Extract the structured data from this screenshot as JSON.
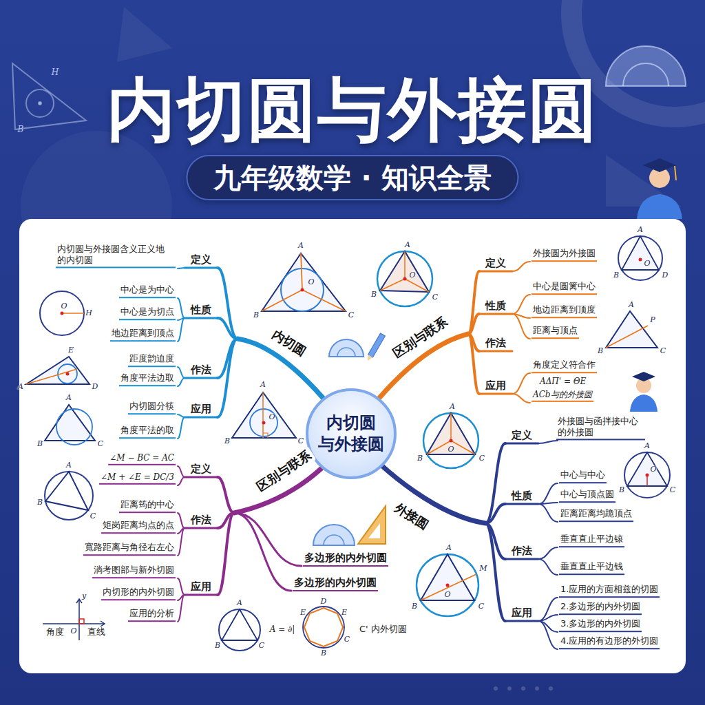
{
  "diagram": {
    "title": "内切圆与外接圆",
    "nodes": [
      {
        "text": [
          "九年级数学 · 知识全景"
        ]
      },
      {
        "text": [
          "内切圆 与外接圆"
        ]
      }
    ],
    "labels": [
      "H",
      "B",
      "内切圆",
      "定义",
      "内切圆与外接圆含义正义地 的内切圆",
      "性质",
      "中心是为中心",
      "中心是为切点",
      "地边距离到顶点",
      "作法",
      "距度韵迫度",
      "角度平法边取",
      "应用",
      "内切圆分筷",
      "角度平法的取",
      "O",
      "H",
      "E",
      "A",
      "D",
      "A",
      "B",
      "C",
      "A",
      "O",
      "B",
      "C",
      "A",
      "O",
      "B",
      "C",
      "A",
      "O",
      "B",
      "C",
      "区别与联系",
      "定义",
      "外接圆为外接圆",
      "性质",
      "中心是圆篱中心",
      "地边距离到顶度",
      "距离与顶点",
      "作法",
      "应用",
      "角度定义符合作",
      "AΔΠ' = ΘE",
      "ACb与的外接圆",
      "A",
      "O",
      "B",
      "D",
      "A",
      "P",
      "B",
      "C",
      "区别与联系",
      "定义",
      "∠M − BC = AC",
      "∠M + ∠E = DC/3",
      "作法",
      "距离筠的中心",
      "矩岗距离均点的点",
      "寬路距离与角径右左心",
      "应用",
      "淌考图部与新外切圆",
      "内切形的内外切圆",
      "应用的分析",
      "A",
      "B",
      "C",
      "y",
      "角度",
      "O",
      "直线",
      "多边形的内外切圆",
      "多边形的内外切圆",
      "A",
      "B",
      "C",
      "A = ∂|",
      "E",
      "D",
      "E",
      "C",
      "B",
      "C' 内外切圆",
      "外接圆",
      "定义",
      "外接圆与函拌接中心 的外接圆",
      "性质",
      "中心与中心",
      "中心与顶点圆",
      "距离距离均跪顶点",
      "作法",
      "垂直直止平边锿",
      "垂直直止平边钱",
      "应用",
      "1.应用的方面相兹的切圆",
      "2.多边形的内外切圆",
      "3.多边形的内外切圆",
      "4.应用的有边形的外切圆",
      "A",
      "O",
      "B",
      "C",
      "A",
      "O",
      "B",
      "C",
      "A",
      "M",
      "B",
      "O",
      "C"
    ]
  }
}
